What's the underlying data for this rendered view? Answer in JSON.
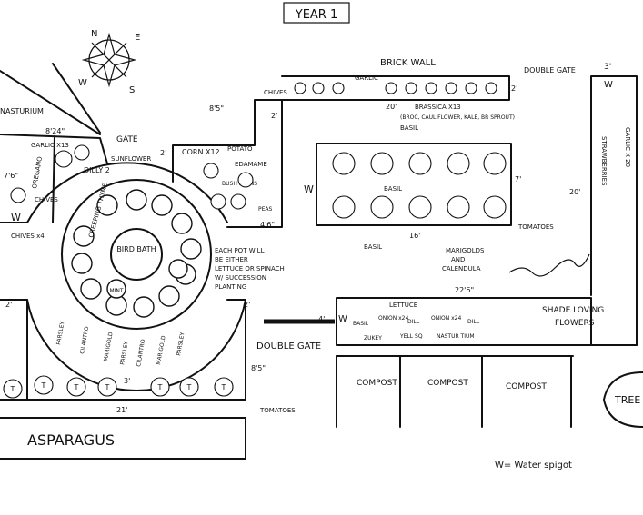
{
  "title": "YEAR 1",
  "compass": {
    "n": "N",
    "e": "E",
    "s": "S",
    "w": "W"
  },
  "labels": {
    "brick_wall": "BRICK WALL",
    "double_gate_top": "DOUBLE GATE",
    "double_gate_mid": "DOUBLE GATE",
    "gate": "GATE",
    "nasturium": "NASTURIUM",
    "garlic_x13": "GARLIC X13",
    "sunflower": "SUNFLOWER",
    "dilly": "DILLY 2",
    "oregano": "OREGANO",
    "chives_left": "CHIVES",
    "chives_x4": "CHIVES x4",
    "chives_top": "CHIVES",
    "creeping_thyme": "CREEPING THYME",
    "bird_bath": "BIRD BATH",
    "mint": "MINT",
    "corn": "CORN X12",
    "potato": "POTATO",
    "edamame": "EDAMAME",
    "bush_beans": "BUSH BEANS",
    "peas": "PEAS",
    "brassica": "BRASSICA X13",
    "brassica_sub": "(BROC, CAULIFLOWER, KALE, BR SPROUT)",
    "basil_top": "BASIL",
    "basil_bottom": "BASIL",
    "garlic_top": "GARLIC",
    "garlic_right": "GARLIC X 20",
    "strawberries": "STRAWBERRIES",
    "tomatoes_right": "TOMATOES",
    "tomatoes_bottom": "TOMATOES",
    "marigolds": "MARIGOLDS AND CALENDULA",
    "pots_note": "EACH POT WILL BE EITHER LETTUCE OR SPINACH W/ SUCCESSION PLANTING",
    "shade_loving": "SHADE LOVING FLOWERS",
    "lettuce": "LETTUCE",
    "onion_1": "ONION x24",
    "onion_2": "ONION x24",
    "dill": "DILL",
    "pill": "DILL",
    "basil_small": "BASIL",
    "zukey": "ZUKEY",
    "yell_sq": "YELL SQ",
    "nasturtium_small": "NASTUR TIUM",
    "parsley_1": "PARSLEY",
    "cilantro_1": "CILANTRO",
    "marigold_1": "MARIGOLD",
    "parsley_2": "PARSLEY",
    "cilantro_2": "CILANTRO",
    "marigold_2": "MARIGOLD",
    "parsley_3": "PARSLEY",
    "asparagus": "ASPARAGUS",
    "compost_1": "COMPOST",
    "compost_2": "COMPOST",
    "compost_3": "COMPOST",
    "tree": "TREE",
    "legend": "W= Water spigot",
    "pots_t": "T"
  },
  "dimensions": {
    "d_3ft": "3'",
    "d_2ft_a": "2'",
    "d_2ft_b": "2'",
    "d_2ft_c": "2'",
    "d_2ft_d": "2'",
    "d_2ft_e": "2'",
    "d_20ft_top": "20'",
    "d_20ft_right": "20'",
    "d_7ft": "7'",
    "d_16ft": "16'",
    "d_22ft": "22'6\"",
    "d_8_24": "8'24\"",
    "d_8_5_top": "8'5\"",
    "d_8_5_bot": "8'5\"",
    "d_7_6": "7'6\"",
    "d_4_6": "4'6\"",
    "d_21ft": "21'",
    "d_3ft_bot": "3'",
    "d_4": "4'"
  },
  "water_symbol": "W"
}
